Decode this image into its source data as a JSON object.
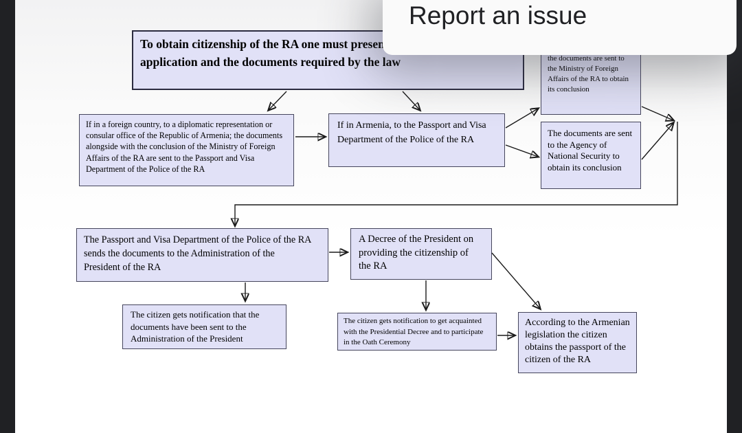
{
  "dialog": {
    "title": "Report an issue"
  },
  "flowchart": {
    "title_box": "To obtain citizenship of the RA one must present an\napplication and the documents required by the law",
    "foreign_box": "If in a foreign country, to a diplomatic representation or\nconsular office of the Republic of Armenia; the documents\nalongside with the conclusion of the Ministry of Foreign\nAffairs of the RA are sent to the Passport and Visa\nDepartment of the Police of the RA",
    "armenia_box": "If in Armenia, to the Passport and Visa\nDepartment of the Police of the RA",
    "ministry_box": "the documents are sent to\nthe Ministry of Foreign\nAffairs of the RA to obtain\nits conclusion",
    "agency_box": "The documents are sent\nto the Agency of\nNational Security to\nobtain its conclusion",
    "pvd_box": "The Passport and Visa Department of the Police of the RA\nsends the documents to the Administration of the\nPresident of the RA",
    "decree_box": "A Decree of the President on\nproviding the citizenship of\nthe RA",
    "notify_admin_box": "The citizen gets notification that the\ndocuments have been sent to the\nAdministration of the President",
    "notify_decree_box": "The citizen gets notification to get acquainted\nwith the Presidential Decree and to participate\nin the Oath Ceremony",
    "passport_box": "According to the Armenian\nlegislation the citizen\nobtains the passport of the\ncitizen of the RA"
  },
  "colors": {
    "box_fill": "#e1e1f7",
    "box_border": "#45455c",
    "frame_bar": "#202124",
    "dialog_bg": "#fafafa",
    "connector_line": "#1a1a1a"
  }
}
